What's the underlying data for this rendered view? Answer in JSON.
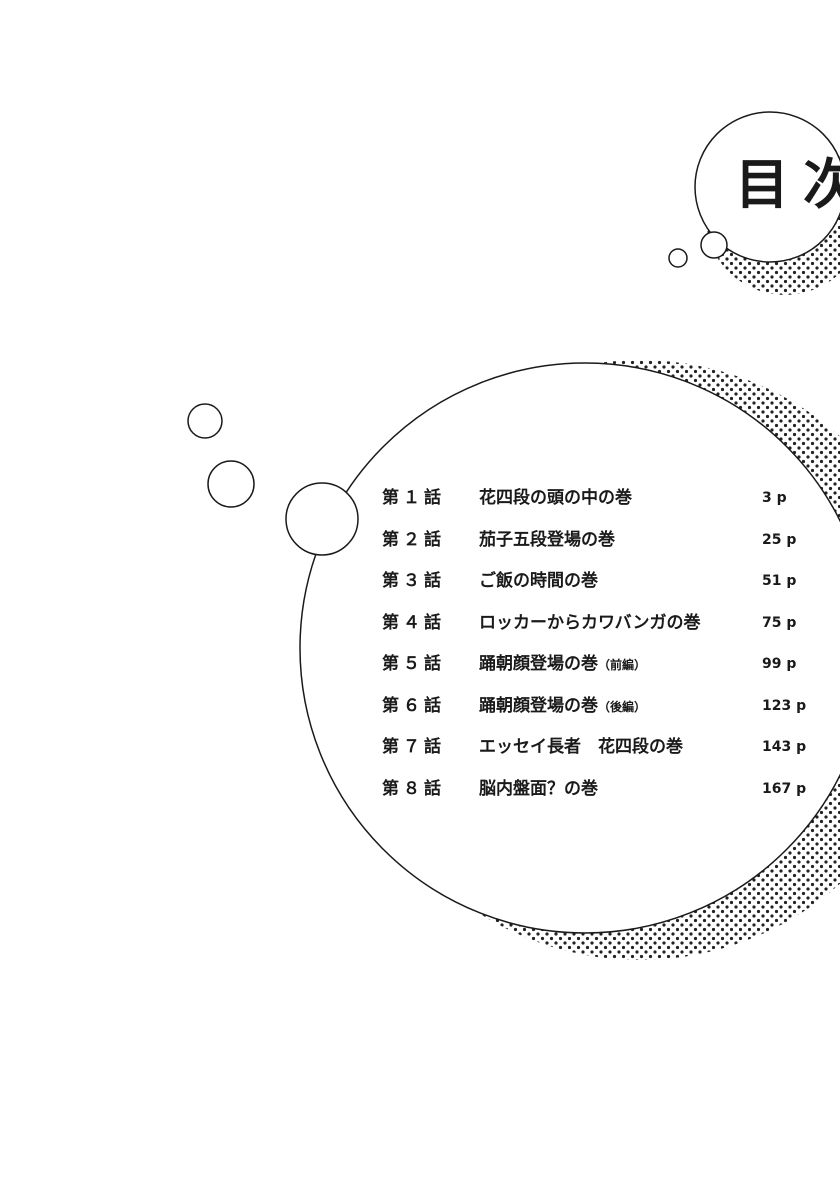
{
  "title": "目次",
  "toc": [
    {
      "number": "第１話",
      "title": "花四段の頭の中の巻",
      "title_small": "",
      "page": "3 p"
    },
    {
      "number": "第２話",
      "title": "茄子五段登場の巻",
      "title_small": "",
      "page": "25 p"
    },
    {
      "number": "第３話",
      "title": "ご飯の時間の巻",
      "title_small": "",
      "page": "51 p"
    },
    {
      "number": "第４話",
      "title": "ロッカーからカワバンガの巻",
      "title_small": "",
      "page": "75 p"
    },
    {
      "number": "第５話",
      "title": "踊朝顔登場の巻",
      "title_small": "（前編）",
      "page": "99 p"
    },
    {
      "number": "第６話",
      "title": "踊朝顔登場の巻",
      "title_small": "（後編）",
      "page": "123 p"
    },
    {
      "number": "第７話",
      "title": "エッセイ長者　花四段の巻",
      "title_small": "",
      "page": "143 p"
    },
    {
      "number": "第８話",
      "title": "脳内盤面？の巻",
      "title_small": "",
      "page": "167 p"
    }
  ]
}
